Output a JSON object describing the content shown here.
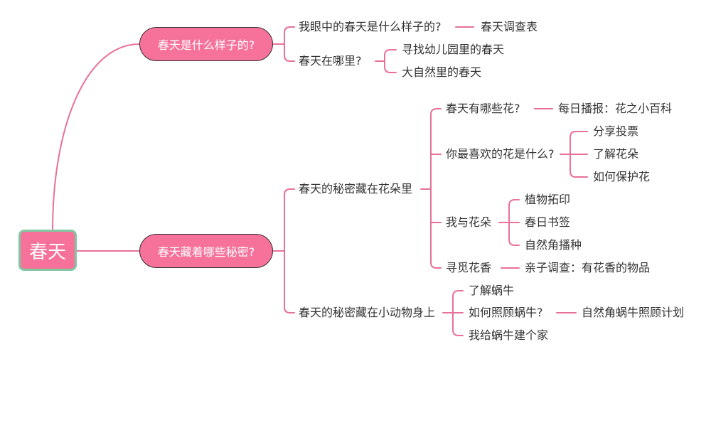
{
  "root": "春天",
  "branches": {
    "b1": "春天是什么样子的?",
    "b2": "春天藏着哪些秘密?"
  },
  "topics": {
    "t_eyes": "我眼中的春天是什么样子的?",
    "t_survey": "春天调查表",
    "t_where": "春天在哪里?",
    "t_kinder": "寻找幼儿园里的春天",
    "t_nature": "大自然里的春天",
    "t_flowersecret": "春天的秘密藏在花朵里",
    "t_whichflowers": "春天有哪些花?",
    "t_daily": "每日播报：花之小百科",
    "t_favorite": "你最喜欢的花是什么?",
    "t_share": "分享投票",
    "t_learn": "了解花朵",
    "t_protect": "如何保护花",
    "t_me": "我与花朵",
    "t_rub": "植物拓印",
    "t_bookmark": "春日书签",
    "t_sow": "自然角播种",
    "t_scent": "寻觅花香",
    "t_parent": "亲子调查：有花香的物品",
    "t_animalsecret": "春天的秘密藏在小动物身上",
    "t_snail": "了解蜗牛",
    "t_care": "如何照顾蜗牛?",
    "t_careplan": "自然角蜗牛照顾计划",
    "t_home": "我给蜗牛建个家"
  },
  "colors": {
    "line": "#e8709a",
    "node": "#f6729a",
    "root_border": "#7fc8a1",
    "text": "#333333"
  }
}
